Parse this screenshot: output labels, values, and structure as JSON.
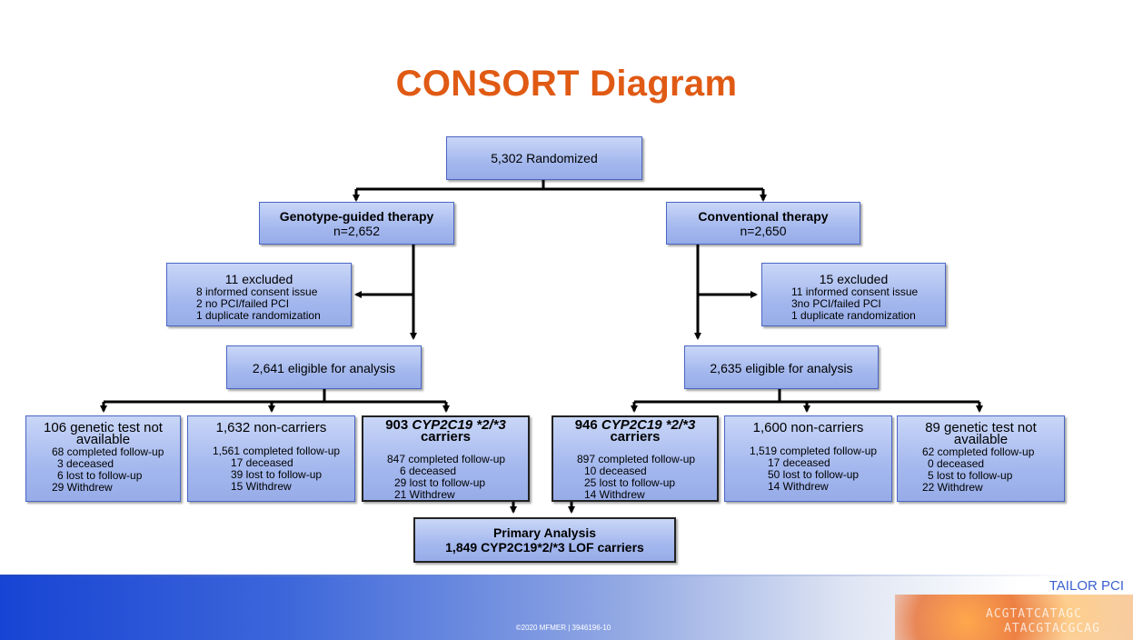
{
  "title": "CONSORT Diagram",
  "randomized": "5,302 Randomized",
  "arms": {
    "left": {
      "name": "Genotype-guided therapy",
      "n": "n=2,652"
    },
    "right": {
      "name": "Conventional therapy",
      "n": "n=2,650"
    }
  },
  "excluded": {
    "left": {
      "head": "11 excluded",
      "lines": [
        "8 informed consent issue",
        "2 no PCI/failed PCI",
        "1 duplicate randomization"
      ]
    },
    "right": {
      "head": "15 excluded",
      "lines": [
        "11 informed consent issue",
        "3no PCI/failed PCI",
        "1 duplicate randomization"
      ]
    }
  },
  "eligible": {
    "left": "2,641 eligible for analysis",
    "right": "2,635 eligible for analysis"
  },
  "subgroups": {
    "l1": {
      "head1": "106 genetic test not",
      "head2": "available",
      "lines": [
        "68 completed follow-up",
        "3 deceased",
        "6 lost to follow-up",
        "29 Withdrew"
      ]
    },
    "l2": {
      "head1": "1,632 non-carriers",
      "lines": [
        "1,561 completed follow-up",
        "17 deceased",
        "39 lost to follow-up",
        "15 Withdrew"
      ]
    },
    "l3": {
      "num": "903",
      "gene": "CYP2C19",
      "allele": "*2/*3",
      "head2": "carriers",
      "lines": [
        "847 completed follow-up",
        "6 deceased",
        "29 lost to follow-up",
        "21 Withdrew"
      ]
    },
    "r1": {
      "num": "946",
      "gene": "CYP2C19",
      "allele": "*2/*3",
      "head2": "carriers",
      "lines": [
        "897 completed follow-up",
        "10 deceased",
        "25 lost to follow-up",
        "14 Withdrew"
      ]
    },
    "r2": {
      "head1": "1,600 non-carriers",
      "lines": [
        "1,519 completed follow-up",
        "17 deceased",
        "50 lost to follow-up",
        "14 Withdrew"
      ]
    },
    "r3": {
      "head1": "89 genetic test not",
      "head2": "available",
      "lines": [
        "62 completed follow-up",
        "0 deceased",
        "5 lost to follow-up",
        "22 Withdrew"
      ]
    }
  },
  "primary": {
    "line1": "Primary Analysis",
    "line2": "1,849 CYP2C19*2/*3 LOF carriers"
  },
  "footer": {
    "brand": "TAILOR PCI",
    "copyright": "©2020 MFMER  |  3946196-10"
  },
  "colors": {
    "title": "#e05a14",
    "box": "#a4b8ee",
    "box_border": "#4a66c4"
  }
}
